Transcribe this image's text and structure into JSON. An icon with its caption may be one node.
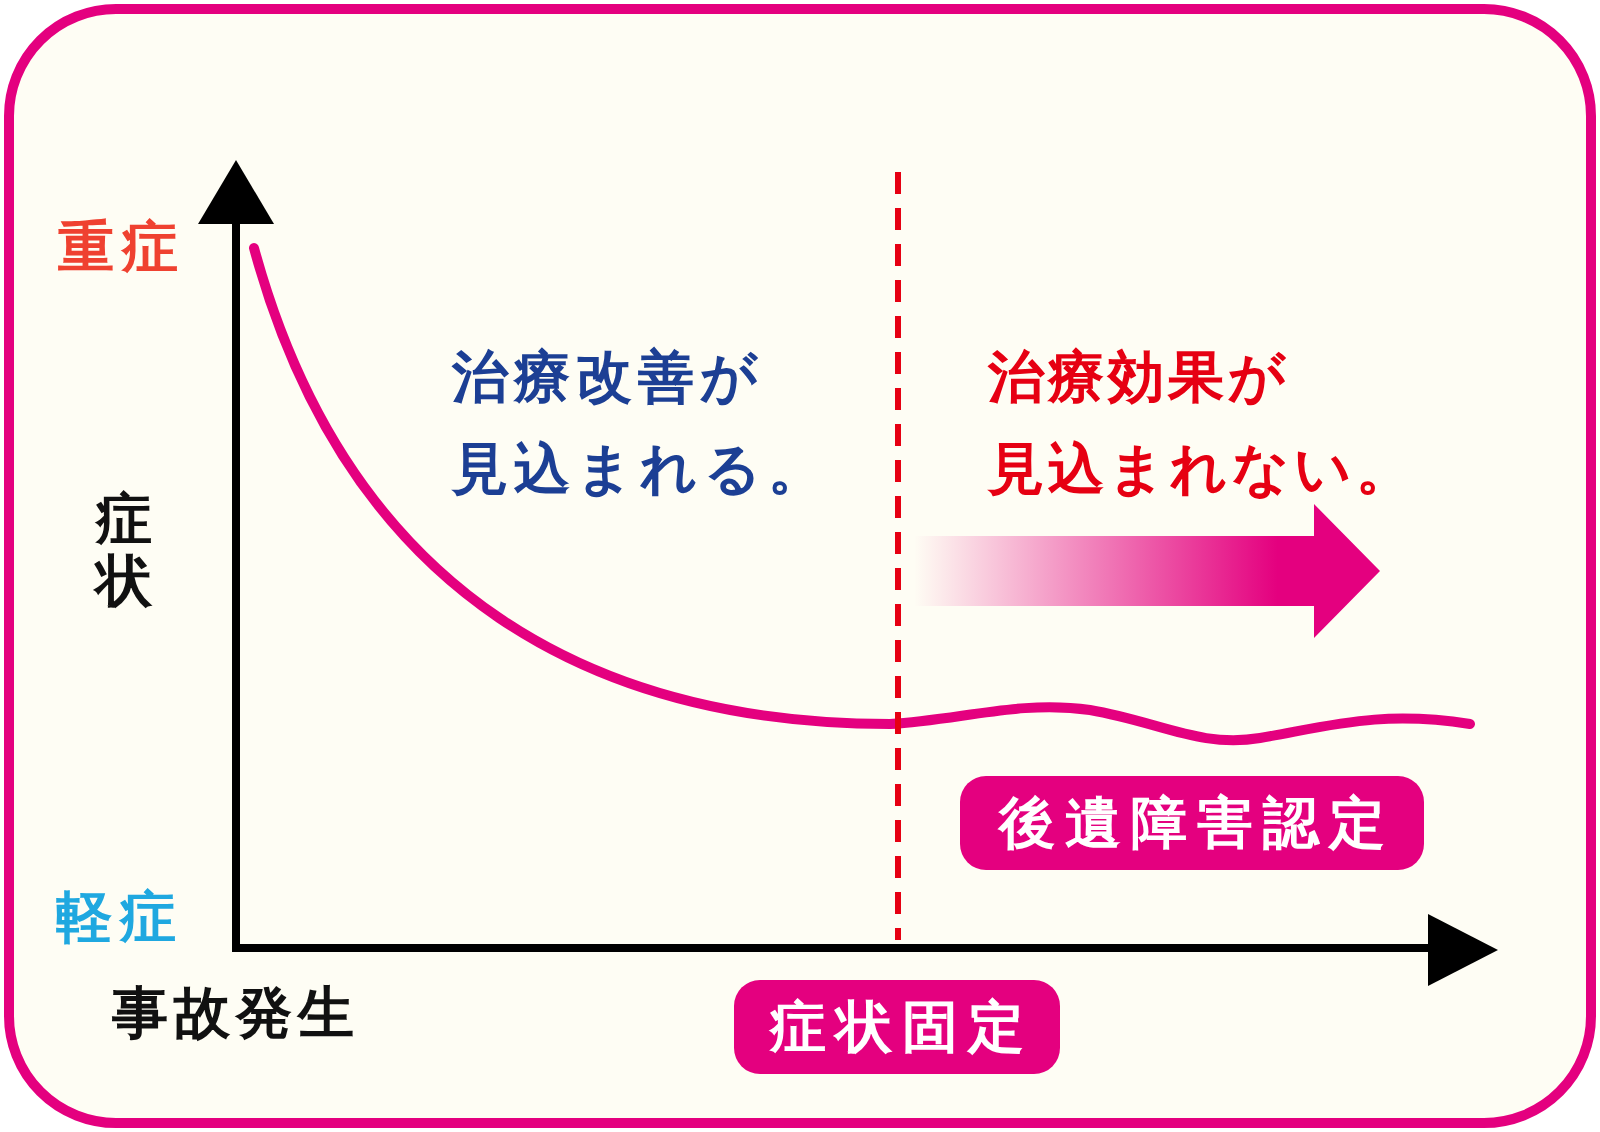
{
  "diagram": {
    "nodes": [
      {
        "text": [
          "後遺障害認定"
        ]
      },
      {
        "text": [
          "症状固定"
        ]
      }
    ],
    "labels": [
      "重症",
      "治療改善が見込まれる。",
      "治療効果が見込まれない。",
      "症状",
      "軽症",
      "事故発生"
    ]
  }
}
